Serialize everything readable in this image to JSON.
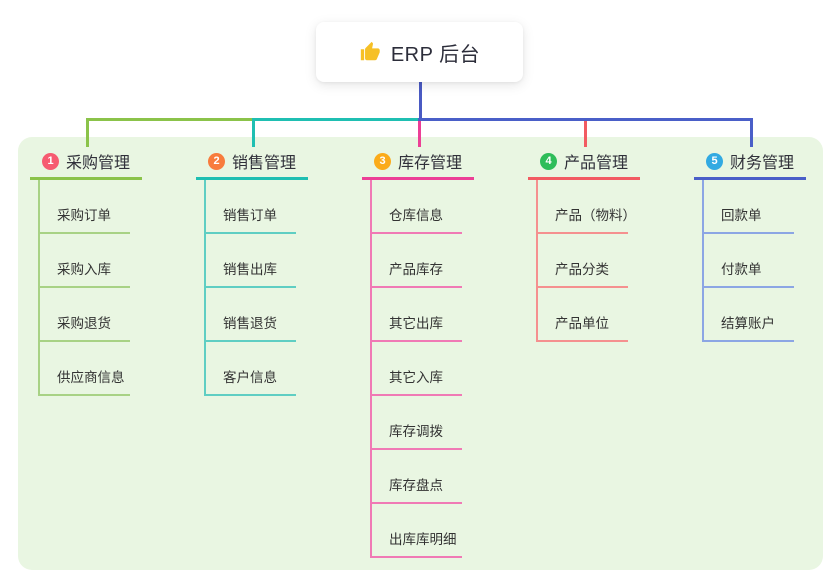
{
  "root": {
    "label": "ERP 后台",
    "icon": "thumbs-up"
  },
  "branches": [
    {
      "number": "1",
      "label": "采购管理",
      "badge_color": "#f65b70",
      "line_color": "#8bc34a",
      "child_line_color": "#a8d285",
      "children": [
        "采购订单",
        "采购入库",
        "采购退货",
        "供应商信息"
      ]
    },
    {
      "number": "2",
      "label": "销售管理",
      "badge_color": "#f87c3d",
      "line_color": "#1fbfb2",
      "child_line_color": "#5fcec3",
      "children": [
        "销售订单",
        "销售出库",
        "销售退货",
        "客户信息"
      ]
    },
    {
      "number": "3",
      "label": "库存管理",
      "badge_color": "#fbab1a",
      "line_color": "#ec3f96",
      "child_line_color": "#f07ab5",
      "children": [
        "仓库信息",
        "产品库存",
        "其它出库",
        "其它入库",
        "库存调拨",
        "库存盘点",
        "出库库明细"
      ]
    },
    {
      "number": "4",
      "label": "产品管理",
      "badge_color": "#2ebd59",
      "line_color": "#f25b62",
      "child_line_color": "#f5908f",
      "children": [
        "产品（物料）",
        "产品分类",
        "产品单位"
      ]
    },
    {
      "number": "5",
      "label": "财务管理",
      "badge_color": "#32aae2",
      "line_color": "#4a5fc8",
      "child_line_color": "#8ca6e4",
      "children": [
        "回款单",
        "付款单",
        "结算账户"
      ]
    }
  ],
  "colors": {
    "canvas_bg": "#ffffff",
    "panel_bg": "#e9f6e2",
    "root_line": "#4a5ac3",
    "branch_text": "#30303a",
    "child_text": "#333333",
    "root_text": "#2c2d3a",
    "root_icon": "#f6c026"
  }
}
